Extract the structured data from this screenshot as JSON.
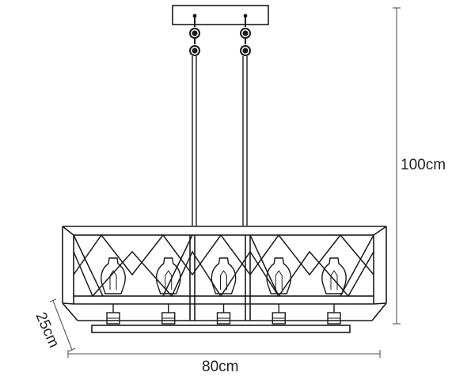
{
  "diagram": {
    "type": "dimension-drawing",
    "subject": "rectangular-pendant-light",
    "line_color": "#1a1a1a",
    "dimension_color": "#555555",
    "label_color": "#222222",
    "bulb_count": 5,
    "dimensions": {
      "height": "100cm",
      "depth": "25cm",
      "width": "80cm"
    }
  }
}
